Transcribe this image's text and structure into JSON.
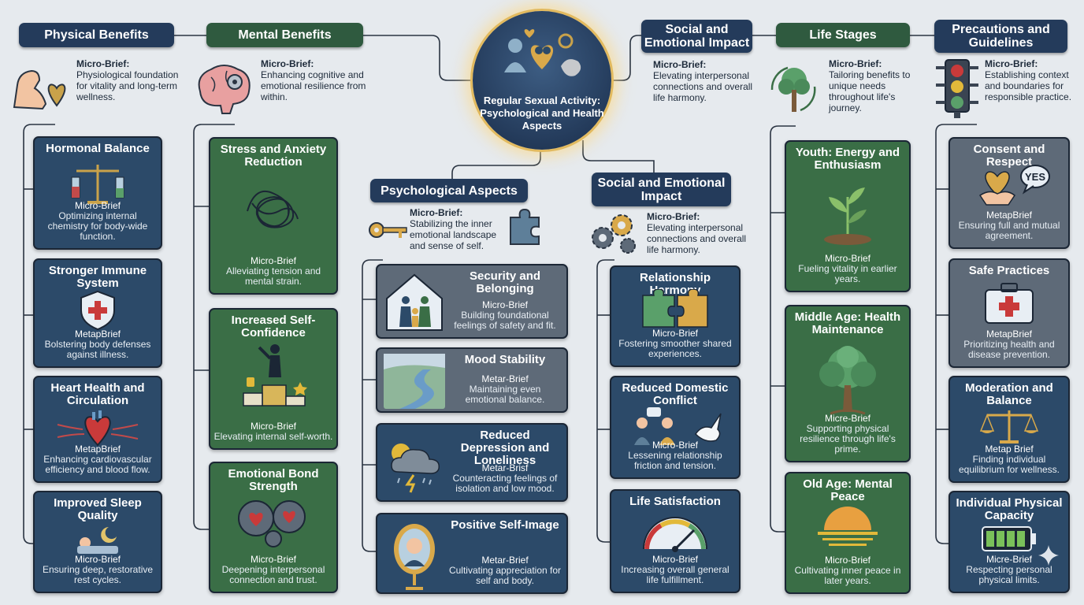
{
  "center": {
    "title": "Regular Sexual Activity: Psychological and Health Aspects"
  },
  "physical": {
    "header": "Physical Benefits",
    "brief_title": "Micro-Brief:",
    "brief_text": "Physiological foundation for vitality and long-term wellness.",
    "cards": [
      {
        "title": "Hormonal Balance",
        "brief": "Micro-Brief",
        "text": "Optimizing internal chemistry for body-wide function."
      },
      {
        "title": "Stronger Immune System",
        "brief": "MetapBrief",
        "text": "Bolstering body defenses against illness."
      },
      {
        "title": "Heart Health and Circulation",
        "brief": "MetapBrief",
        "text": "Enhancing cardiovascular efficiency and blood flow."
      },
      {
        "title": "Improved Sleep Quality",
        "brief": "Micro-Brief",
        "text": "Ensuring deep, restorative rest cycles."
      }
    ]
  },
  "mental": {
    "header": "Mental Benefits",
    "brief_title": "Micro-Brief:",
    "brief_text": "Enhancing cognitive and emotional resilience from within.",
    "cards": [
      {
        "title": "Stress and Anxiety Reduction",
        "brief": "Micro-Brief",
        "text": "Alleviating tension and mental strain."
      },
      {
        "title": "Increased Self-Confidence",
        "brief": "Micro-Brief",
        "text": "Elevating internal self-worth."
      },
      {
        "title": "Emotional Bond Strength",
        "brief": "Micro-Brief",
        "text": "Deepening interpersonal connection and trust."
      }
    ]
  },
  "psych": {
    "header": "Psychological Aspects",
    "brief_title": "Micro-Brief:",
    "brief_text": "Stabilizing the inner emotional landscape and sense of self.",
    "cards": [
      {
        "title": "Security and Belonging",
        "brief": "Micro-Brief",
        "text": "Building foundational feelings of safety and fit."
      },
      {
        "title": "Mood Stability",
        "brief": "Metar-Brief",
        "text": "Maintaining even emotional balance."
      },
      {
        "title": "Reduced Depression and Loneliness",
        "brief": "Metar-Brisf",
        "text": "Counteracting feelings of isolation and low mood."
      },
      {
        "title": "Positive Self-Image",
        "brief": "Metar-Brief",
        "text": "Cultivating appreciation for self and body."
      }
    ]
  },
  "social_top": {
    "header": "Social and Emotional Impact",
    "brief_title": "Micro-Brief:",
    "brief_text": "Elevating interpersonal connections and overall life harmony."
  },
  "social": {
    "header": "Social and Emotional Impact",
    "brief_title": "Micro-Brief:",
    "brief_text": "Elevating interpersonal connections and overall life harmony.",
    "cards": [
      {
        "title": "Relationship Harmony",
        "brief": "Micro-Brief",
        "text": "Fostering smoother shared experiences."
      },
      {
        "title": "Reduced Domestic Conflict",
        "brief": "Micro-Brief",
        "text": "Lessening relationship friction and tension."
      },
      {
        "title": "Life Satisfaction",
        "brief": "Micro-Brief",
        "text": "Increasing overall general life fulfillment."
      }
    ]
  },
  "life": {
    "header": "Life Stages",
    "brief_title": "Micro-Brief:",
    "brief_text": "Tailoring benefits to unique needs throughout life's journey.",
    "cards": [
      {
        "title": "Youth: Energy and Enthusiasm",
        "brief": "Micro-Brief",
        "text": "Fueling vitality in earlier years."
      },
      {
        "title": "Middle Age: Health Maintenance",
        "brief": "Micre-Brief",
        "text": "Supporting physical resilience through life's prime."
      },
      {
        "title": "Old Age: Mental Peace",
        "brief": "Micro-Brief",
        "text": "Cultivating inner peace in later years."
      }
    ]
  },
  "precautions": {
    "header": "Precautions and Guidelines",
    "brief_title": "Micro-Brief:",
    "brief_text": "Establishing context and boundaries for responsible practice.",
    "cards": [
      {
        "title": "Consent and Respect",
        "brief": "MetapBrief",
        "text": "Ensuring full and mutual agreement.",
        "badge": "YES"
      },
      {
        "title": "Safe Practices",
        "brief": "MetapBrief",
        "text": "Prioritizing health and disease prevention."
      },
      {
        "title": "Moderation and Balance",
        "brief": "Metap Brief",
        "text": "Finding individual equilibrium for wellness."
      },
      {
        "title": "Individual Physical Capacity",
        "brief": "Micre-Brief",
        "text": "Respecting personal physical limits."
      }
    ]
  }
}
